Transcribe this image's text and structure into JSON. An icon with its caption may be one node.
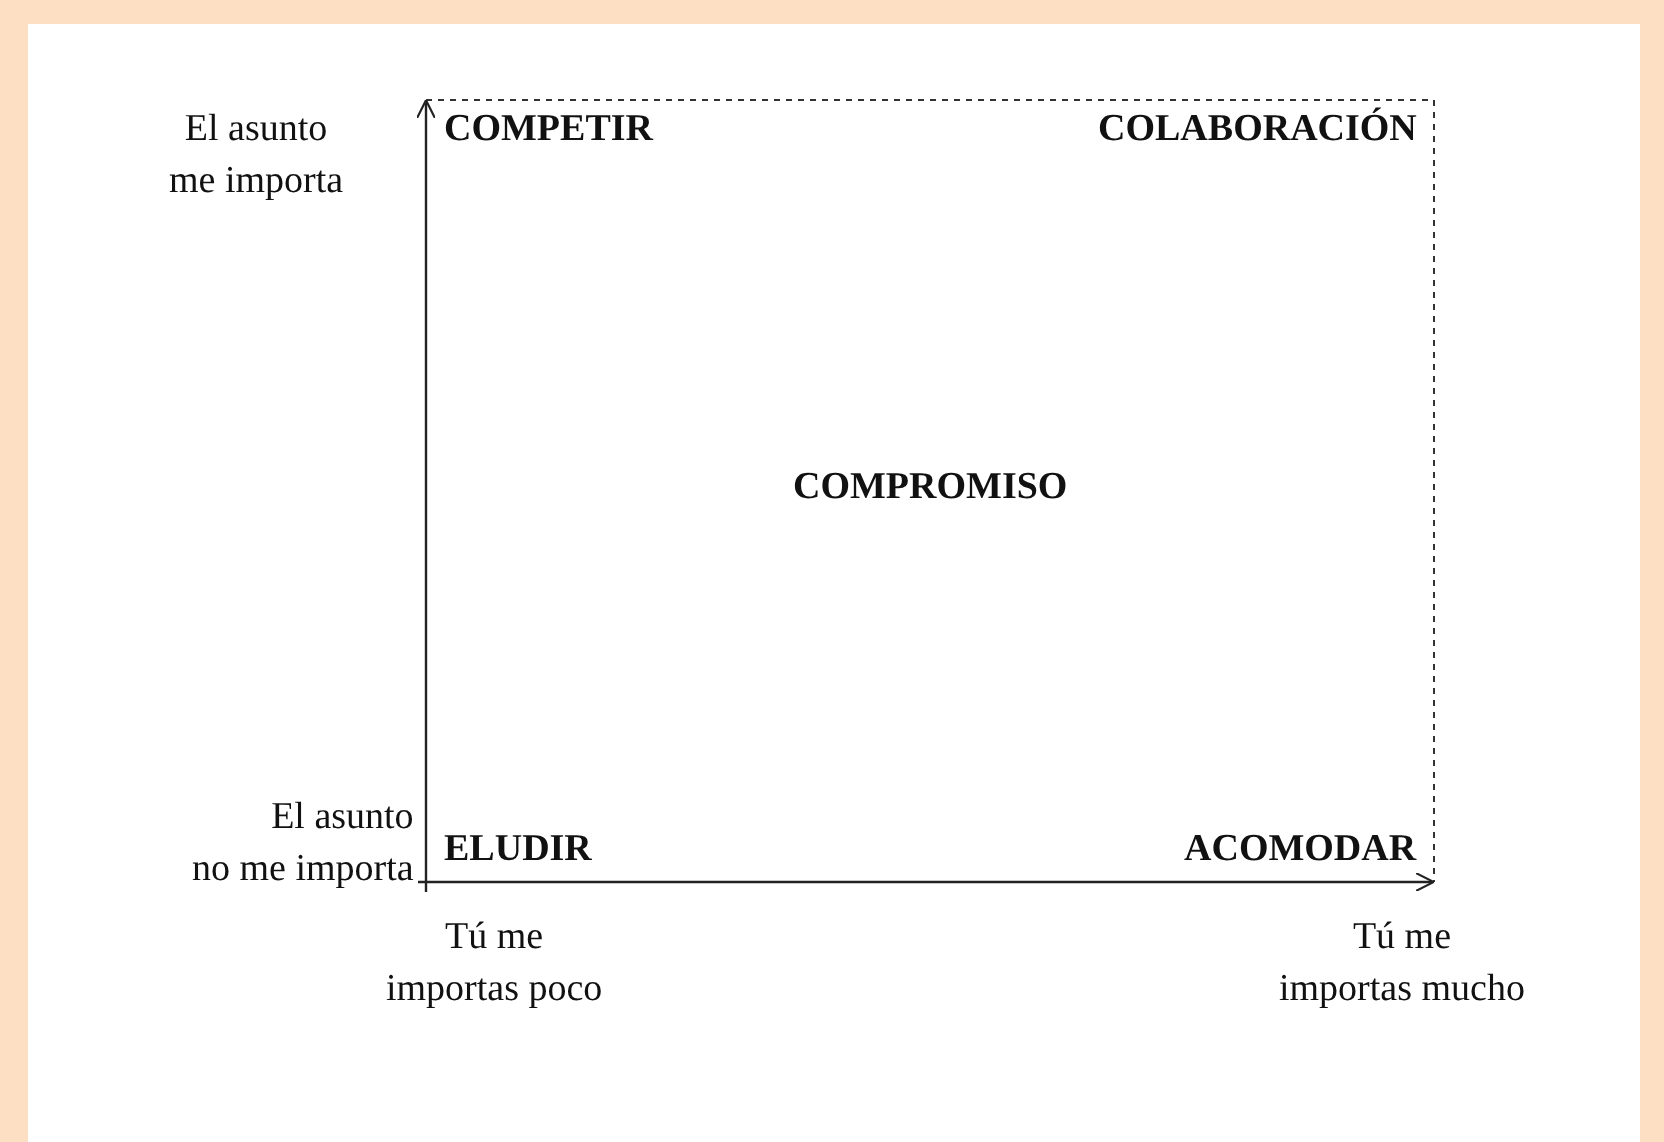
{
  "diagram": {
    "labels": [
      "El asunto me importa",
      "COMPETIR",
      "COLABORACIÓN",
      "COMPROMISO",
      "El asunto no me importa",
      "ELUDIR",
      "ACOMODAR",
      "Tú me importas poco",
      "Tú me importas mucho"
    ]
  }
}
